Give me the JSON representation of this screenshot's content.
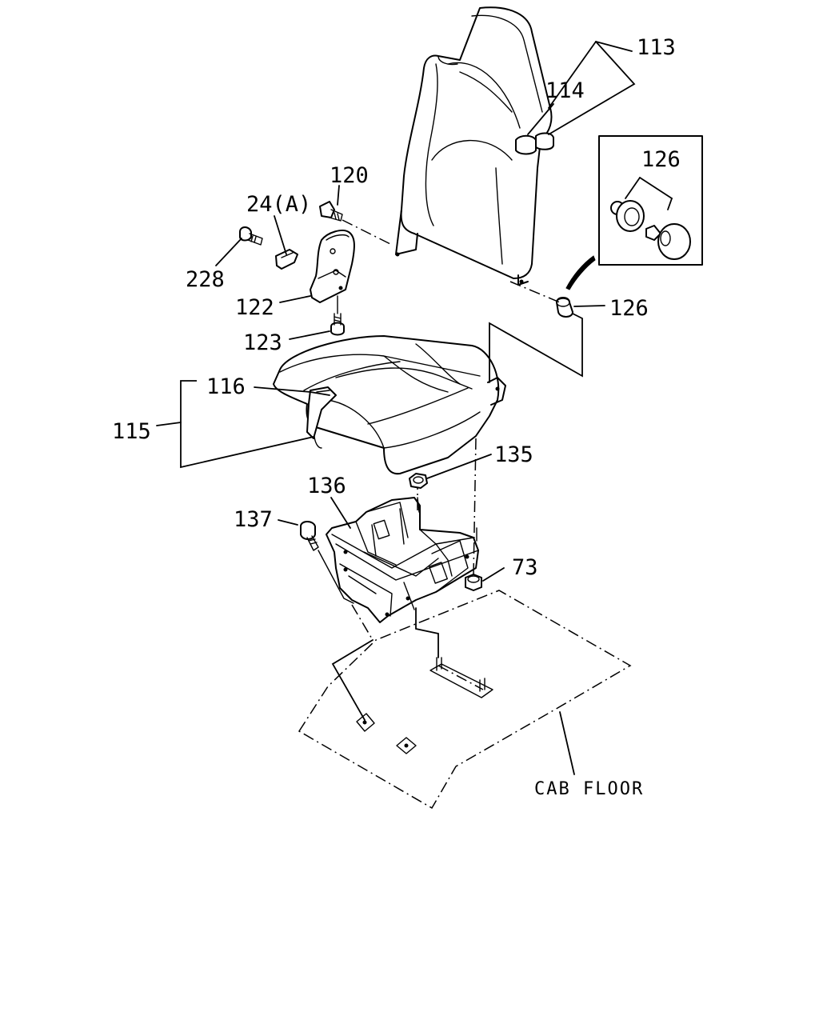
{
  "diagram": {
    "labels": {
      "p113": "113",
      "p114": "114",
      "p126_inset": "126",
      "p120": "120",
      "p24a": "24(A)",
      "p228": "228",
      "p122": "122",
      "p126": "126",
      "p123": "123",
      "p116": "116",
      "p115": "115",
      "p135": "135",
      "p136": "136",
      "p137": "137",
      "p73": "73",
      "cab_floor": "CAB FLOOR"
    }
  }
}
